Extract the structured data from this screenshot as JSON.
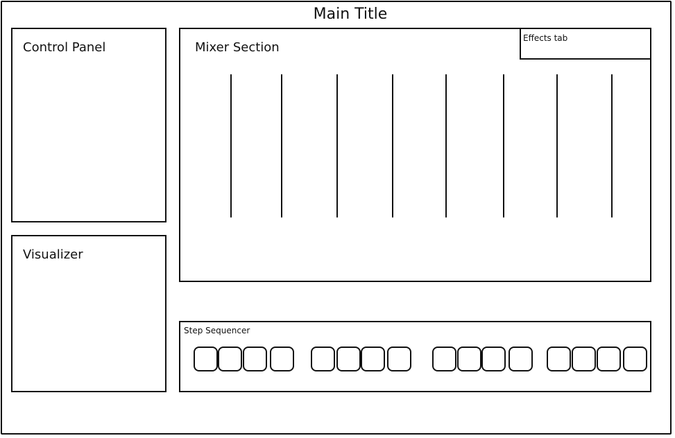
{
  "app": {
    "title": "Main Title"
  },
  "control_panel": {
    "title": "Control Panel"
  },
  "visualizer": {
    "title": "Visualizer"
  },
  "mixer": {
    "title": "Mixer Section",
    "effects_tab_label": "Effects tab",
    "fader_count": 8
  },
  "sequencer": {
    "title": "Step Sequencer",
    "step_count": 16
  }
}
